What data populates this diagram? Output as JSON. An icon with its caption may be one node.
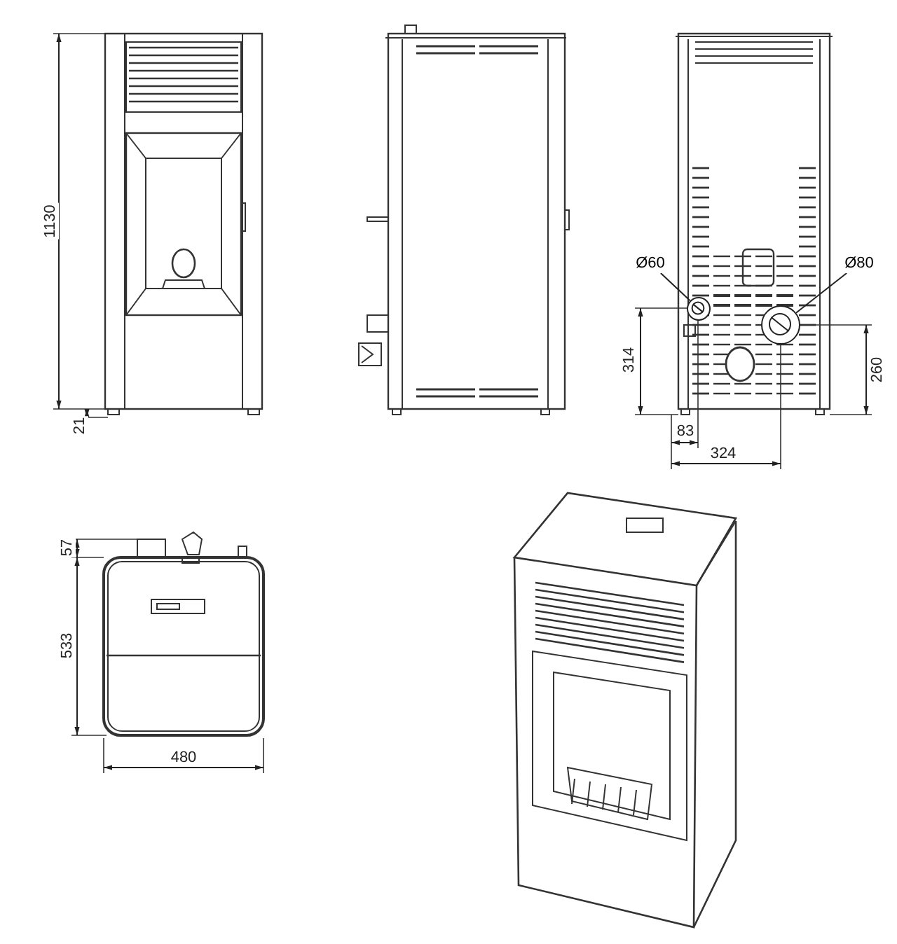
{
  "diagram": {
    "nodes": [
      {
        "text": [
          "Ø60"
        ]
      },
      {
        "text": [],
        "shape": "circle"
      },
      {
        "text": [
          "Ø80"
        ]
      },
      {
        "text": [],
        "shape": "circle"
      }
    ],
    "edges": [
      {
        "from": 0,
        "to": 1,
        "arrow": "none"
      },
      {
        "from": 2,
        "to": 3,
        "arrow": "none"
      }
    ],
    "labels": [
      "1130",
      "21",
      "314",
      "260",
      "83",
      "324",
      "57",
      "533",
      "480"
    ]
  }
}
